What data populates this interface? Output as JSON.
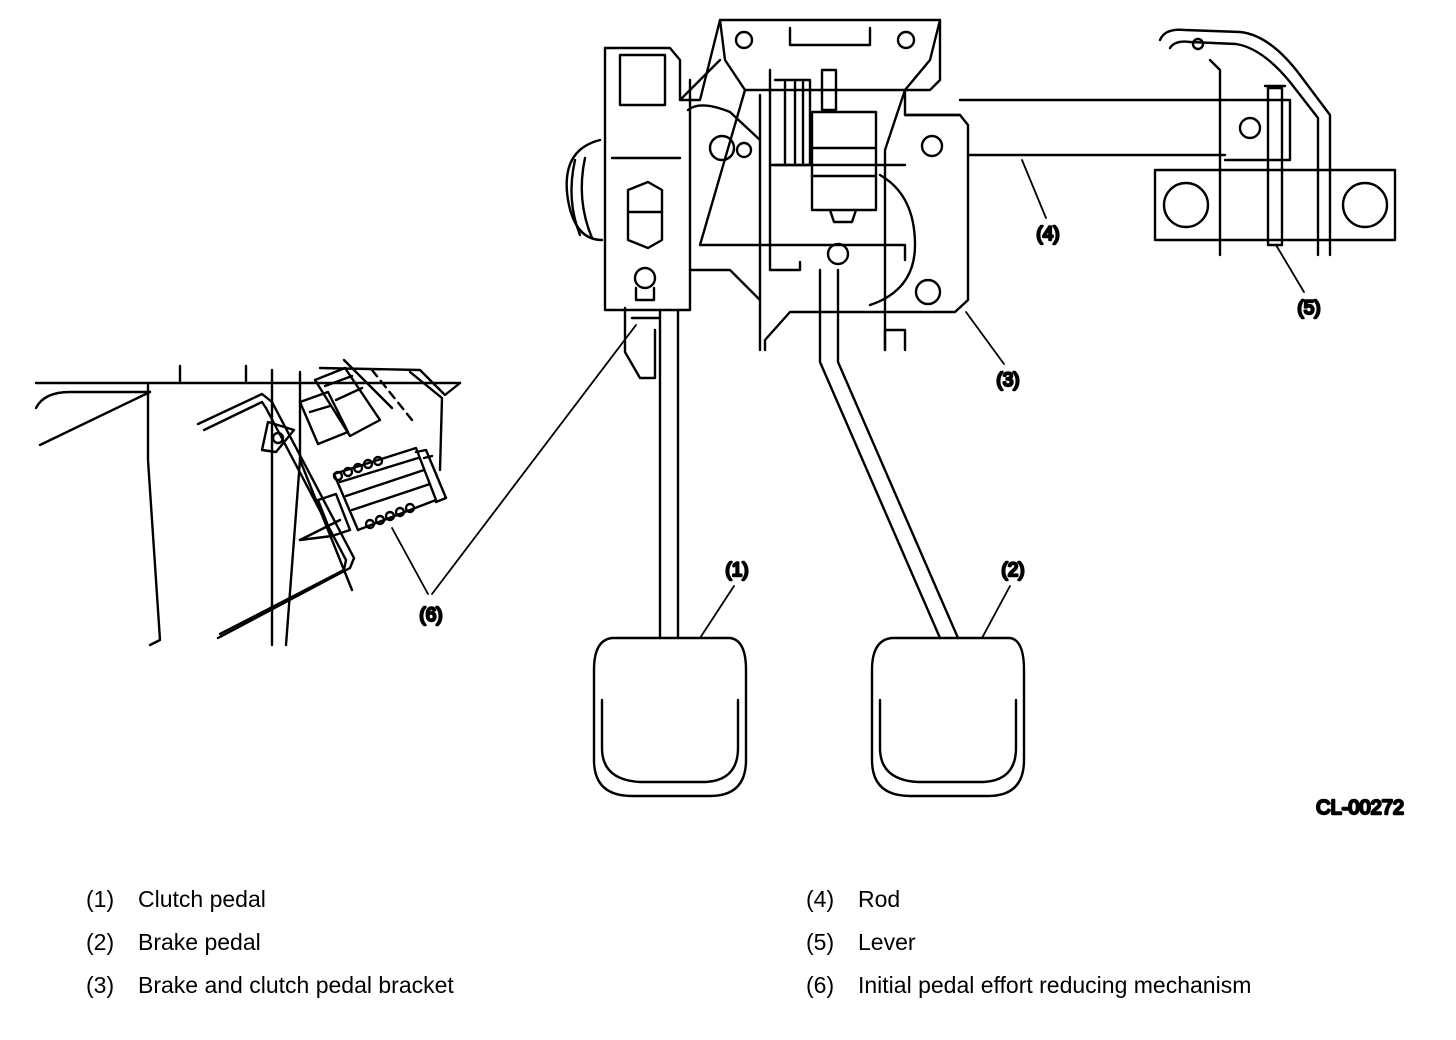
{
  "figure_id": "CL-00272",
  "callouts": {
    "clutch_pedal": "(1)",
    "brake_pedal": "(2)",
    "bracket": "(3)",
    "rod": "(4)",
    "lever": "(5)",
    "mechanism": "(6)"
  },
  "legend": {
    "left": [
      {
        "num": "(1)",
        "label": "Clutch pedal"
      },
      {
        "num": "(2)",
        "label": "Brake pedal"
      },
      {
        "num": "(3)",
        "label": "Brake and clutch pedal bracket"
      }
    ],
    "right": [
      {
        "num": "(4)",
        "label": "Rod"
      },
      {
        "num": "(5)",
        "label": "Lever"
      },
      {
        "num": "(6)",
        "label": "Initial pedal effort reducing mechanism"
      }
    ]
  }
}
